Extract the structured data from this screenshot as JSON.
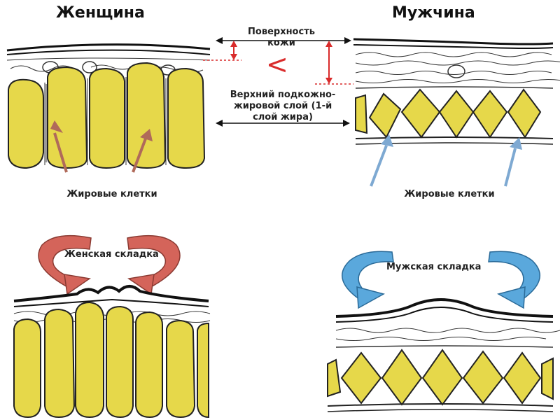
{
  "titles": {
    "female": "Женщина",
    "male": "Мужчина"
  },
  "middle": {
    "skin_surface": "Поверхность кожи",
    "comparison": "<",
    "fat_layer": "Верхний подкожно-жировой слой (1-й слой жира)"
  },
  "labels": {
    "fat_cells_left": "Жировые клетки",
    "fat_cells_right": "Жировые клетки"
  },
  "folds": {
    "female": "Женская складка",
    "male": "Мужская складка"
  },
  "colors": {
    "fat": "#e6d84a",
    "female_arrow": "#d4645a",
    "male_arrow": "#5aa8dc",
    "red_marker": "#d92b2b",
    "pointer_female": "#b06a5a",
    "pointer_male": "#7ea9d2"
  }
}
